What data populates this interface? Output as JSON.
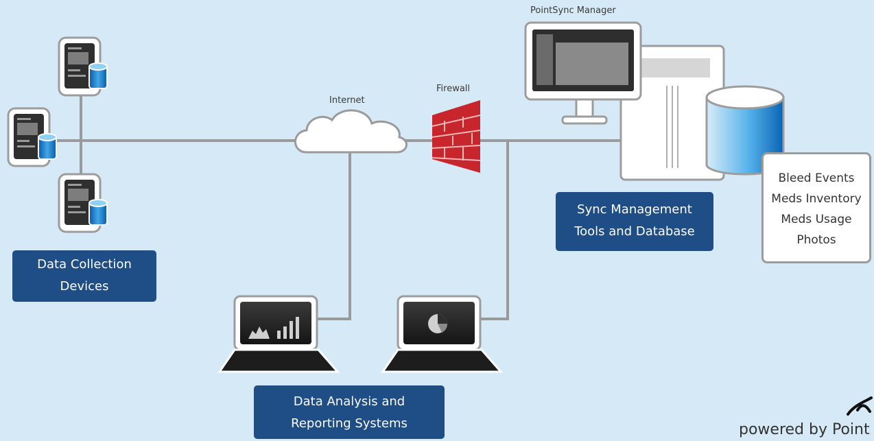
{
  "labels": {
    "data_collection": [
      "Data Collection",
      "Devices"
    ],
    "data_analysis": [
      "Data Analysis and",
      "Reporting Systems"
    ],
    "sync_management": [
      "Sync Management",
      "Tools and Database"
    ],
    "internet": "Internet",
    "firewall": "Firewall",
    "pointsync_manager": "PointSync Manager"
  },
  "database_contents": [
    "Bleed Events",
    "Meds Inventory",
    "Meds Usage",
    "Photos"
  ],
  "footer": {
    "powered_by": "powered by Point"
  },
  "colors": {
    "background": "#d5e9f6",
    "label_box": "#1f4e86",
    "line": "#9a9a9a",
    "firewall": "#c8262d",
    "database": "#1e7fc8"
  }
}
